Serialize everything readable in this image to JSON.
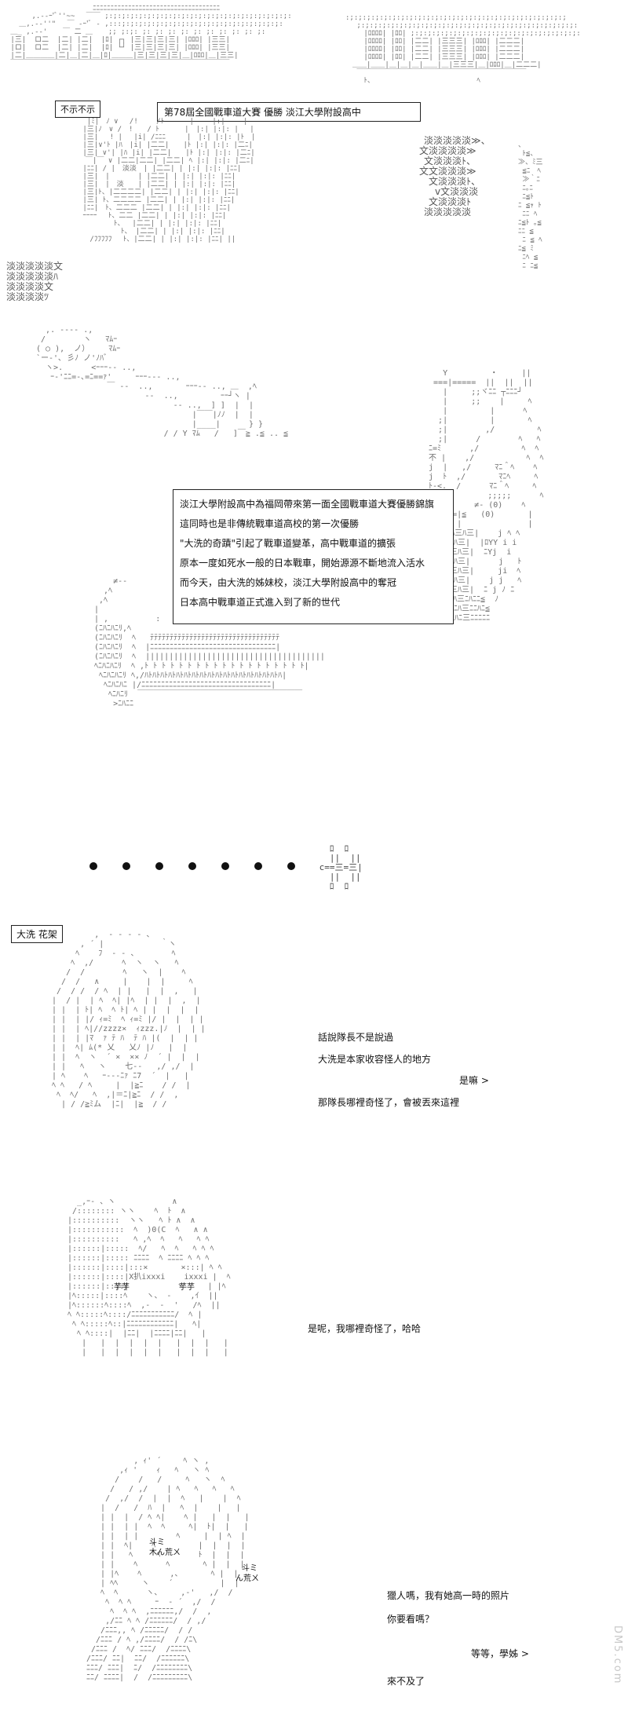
{
  "panel1": {
    "banner": "第78屆全國戰車道大賽  優勝 淡江大學附設高中",
    "crowd_lines": [
      "淡淡淡淡淡≫、",
      "文淡淡淡淡≫",
      "文淡淡淡ﾄ、",
      "文文淡淡淡≫",
      "文淡淡淡ﾄ、",
      "v文淡淡淡",
      "文淡淡淡ﾄ",
      "淡淡淡淡淡"
    ],
    "crowd_left": [
      "淡淡淡淡淡文",
      "淡淡淡淡淡ﾊ",
      "淡淡淡淡文",
      "淡淡淡淡ﾂ"
    ],
    "tanks": "不示不示"
  },
  "panel2": {
    "narration": [
      "淡江大學附設高中為福岡帶來第一面全國戰車道大賽優勝錦旗",
      "這同時也是非傳統戰車道高校的第一次優勝",
      "\"大洗的奇蹟\"引起了戰車道變革，高中戰車道的擴張",
      "原本一度如死水一般的日本戰車，開始源源不斷地流入活水",
      "而今天，由大洗的姊妹校，淡江大學附設高中的奪冠",
      "日本高中戰車道正式進入到了新的世代"
    ]
  },
  "panel3": {
    "dots_count": 7
  },
  "panel4": {
    "name_tag": "大洗 花架",
    "dialogue": [
      "話說隊長不是說過",
      "大洗是本家收容怪人的地方",
      "是嘛 >",
      "那隊長哪裡奇怪了，會被丟來這裡"
    ]
  },
  "panel5": {
    "dialogue": [
      "是呢，我哪裡奇怪了，哈哈"
    ],
    "labels": [
      "芋芋",
      "芋芋"
    ]
  },
  "panel6": {
    "dialogue": [
      "獵人嗎，我有她高一時的照片",
      "你要看嗎？",
      "等等，學姊 >",
      "來不及了"
    ],
    "labels": [
      "斗ミ",
      "木ん荒ㄨ",
      "斗ミ",
      "ん荒ㄨ"
    ]
  },
  "watermark": "DM5.com"
}
